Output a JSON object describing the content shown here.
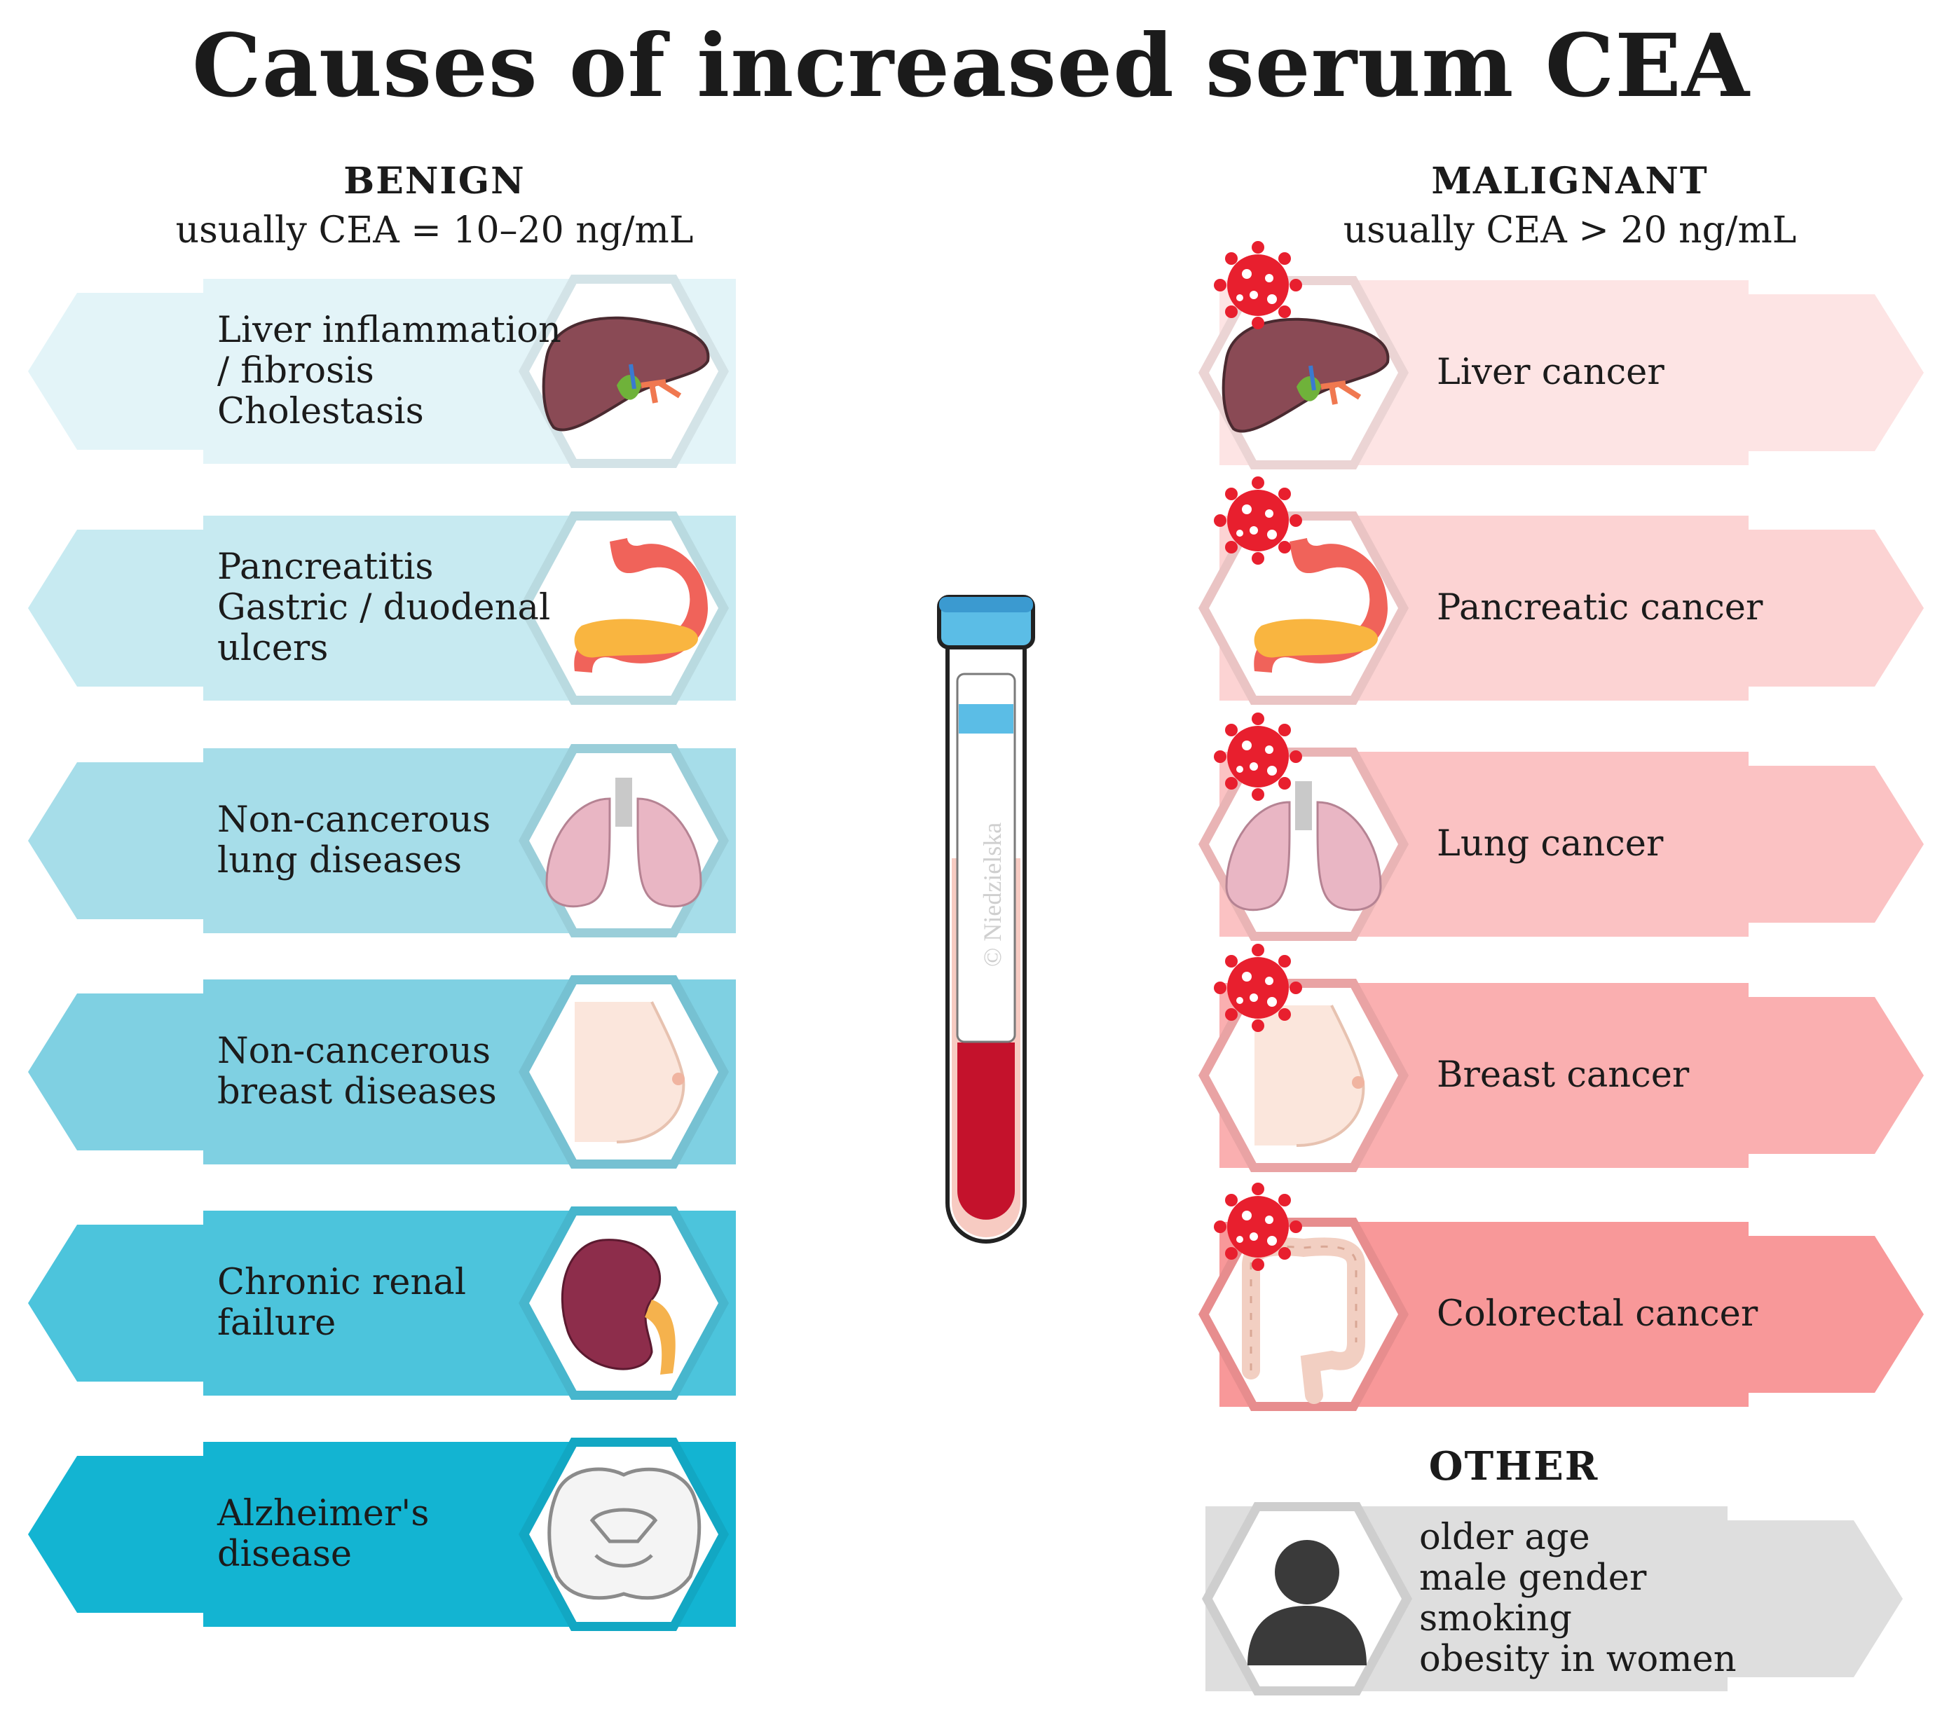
{
  "title": "Causes of increased serum CEA",
  "benign": {
    "heading": "BENIGN",
    "subheading": "usually CEA = 10–20 ng/mL",
    "items": [
      {
        "lines": [
          "Liver inflammation",
          "/ fibrosis",
          "Cholestasis"
        ],
        "icon": "liver-icon",
        "color": "#e3f4f8"
      },
      {
        "lines": [
          "Pancreatitis",
          "Gastric / duodenal",
          "ulcers"
        ],
        "icon": "stomach-pancreas-icon",
        "color": "#c7eaf1"
      },
      {
        "lines": [
          "Non-cancerous",
          "lung diseases"
        ],
        "icon": "lungs-icon",
        "color": "#a6dde9"
      },
      {
        "lines": [
          "Non-cancerous",
          "breast diseases"
        ],
        "icon": "breast-icon",
        "color": "#7fd0e2"
      },
      {
        "lines": [
          "Chronic renal",
          "failure"
        ],
        "icon": "kidney-icon",
        "color": "#4cc4dc"
      },
      {
        "lines": [
          "Alzheimer's",
          "disease"
        ],
        "icon": "brain-icon",
        "color": "#13b4d2"
      }
    ]
  },
  "malignant": {
    "heading": "MALIGNANT",
    "subheading": "usually CEA > 20 ng/mL",
    "items": [
      {
        "lines": [
          "Liver cancer"
        ],
        "icon": "liver-icon",
        "color": "#fde4e4"
      },
      {
        "lines": [
          "Pancreatic cancer"
        ],
        "icon": "stomach-pancreas-icon",
        "color": "#fcd3d3"
      },
      {
        "lines": [
          "Lung cancer"
        ],
        "icon": "lungs-icon",
        "color": "#fbc2c3"
      },
      {
        "lines": [
          "Breast cancer"
        ],
        "icon": "breast-icon",
        "color": "#faafb0"
      },
      {
        "lines": [
          "Colorectal cancer"
        ],
        "icon": "colon-icon",
        "color": "#f89899"
      }
    ],
    "badge_icon": "cancer-cell-icon"
  },
  "other": {
    "heading": "OTHER",
    "lines": [
      "older age",
      "male gender",
      "smoking",
      "obesity in women"
    ],
    "icon": "person-icon",
    "color": "#dedede"
  },
  "tube": {
    "icon": "blood-tube-icon",
    "watermark": "© Niedzielska"
  }
}
